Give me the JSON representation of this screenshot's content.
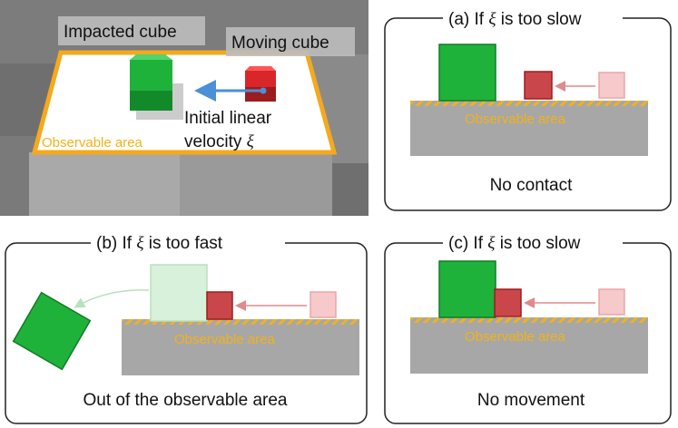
{
  "colors": {
    "impacted_cube": "#1fb23a",
    "moving_cube": "#c0292d",
    "observable_outline": "#f5a91c",
    "observable_text": "#f2b21a",
    "arrow_blue": "#4a8fd8",
    "ground": "#a7a7a7"
  },
  "scene": {
    "impacted_label": "Impacted cube",
    "moving_label": "Moving cube",
    "velocity_line1": "Initial linear",
    "velocity_line2": "velocity",
    "velocity_symbol": "ξ",
    "observable_label": "Observable area"
  },
  "panel_a": {
    "title_prefix": "(a) If",
    "symbol": "ξ",
    "title_suffix": "is too slow",
    "observable_label": "Observable area",
    "caption": "No contact"
  },
  "panel_b": {
    "title_prefix": "(b) If",
    "symbol": "ξ",
    "title_suffix": "is too fast",
    "observable_label": "Observable area",
    "caption": "Out of the observable area"
  },
  "panel_c": {
    "title_prefix": "(c) If",
    "symbol": "ξ",
    "title_suffix": "is too slow",
    "observable_label": "Observable area",
    "caption": "No movement"
  }
}
